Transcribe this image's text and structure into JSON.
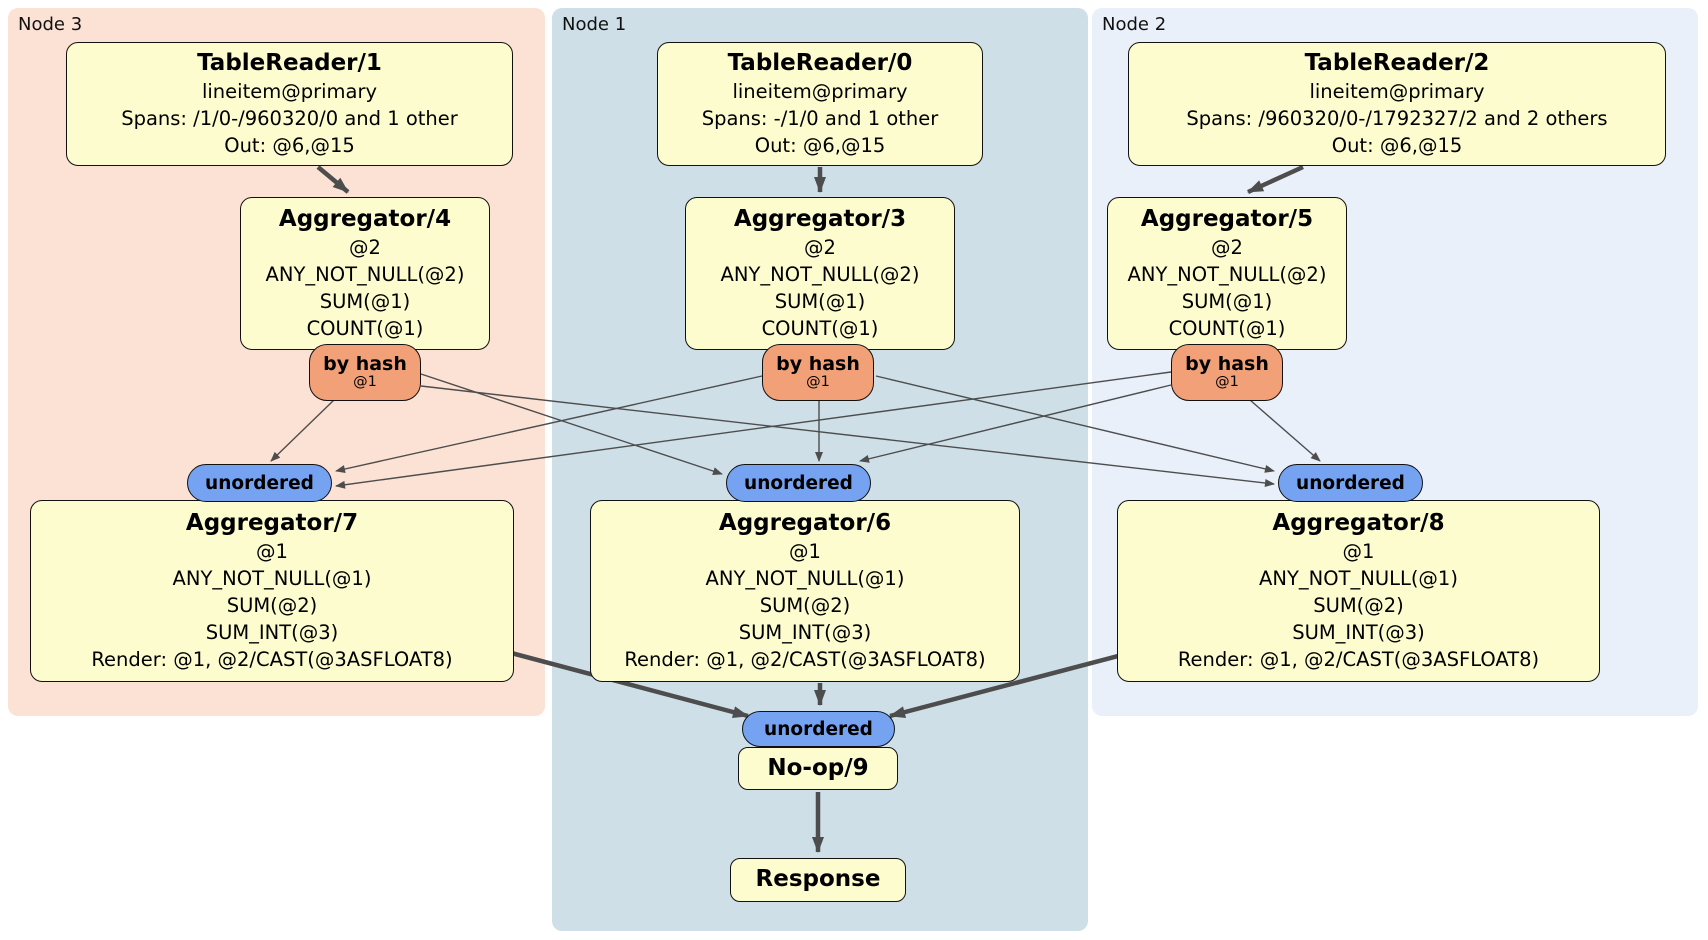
{
  "regions": [
    {
      "id": "node3",
      "label": "Node 3",
      "color": "#fce2d5"
    },
    {
      "id": "node1",
      "label": "Node 1",
      "color": "#cfdfe8"
    },
    {
      "id": "node2",
      "label": "Node 2",
      "color": "#eaf0f9"
    }
  ],
  "processors": {
    "tr1": {
      "title": "TableReader/1",
      "lines": [
        "lineitem@primary",
        "Spans: /1/0-/960320/0 and 1 other",
        "Out: @6,@15"
      ]
    },
    "tr0": {
      "title": "TableReader/0",
      "lines": [
        "lineitem@primary",
        "Spans: -/1/0 and 1 other",
        "Out: @6,@15"
      ]
    },
    "tr2": {
      "title": "TableReader/2",
      "lines": [
        "lineitem@primary",
        "Spans: /960320/0-/1792327/2 and 2 others",
        "Out: @6,@15"
      ]
    },
    "agg4": {
      "title": "Aggregator/4",
      "lines": [
        "@2",
        "ANY_NOT_NULL(@2)",
        "SUM(@1)",
        "COUNT(@1)"
      ]
    },
    "agg3": {
      "title": "Aggregator/3",
      "lines": [
        "@2",
        "ANY_NOT_NULL(@2)",
        "SUM(@1)",
        "COUNT(@1)"
      ]
    },
    "agg5": {
      "title": "Aggregator/5",
      "lines": [
        "@2",
        "ANY_NOT_NULL(@2)",
        "SUM(@1)",
        "COUNT(@1)"
      ]
    },
    "agg7": {
      "title": "Aggregator/7",
      "lines": [
        "@1",
        "ANY_NOT_NULL(@1)",
        "SUM(@2)",
        "SUM_INT(@3)",
        "Render: @1, @2/CAST(@3ASFLOAT8)"
      ]
    },
    "agg6": {
      "title": "Aggregator/6",
      "lines": [
        "@1",
        "ANY_NOT_NULL(@1)",
        "SUM(@2)",
        "SUM_INT(@3)",
        "Render: @1, @2/CAST(@3ASFLOAT8)"
      ]
    },
    "agg8": {
      "title": "Aggregator/8",
      "lines": [
        "@1",
        "ANY_NOT_NULL(@1)",
        "SUM(@2)",
        "SUM_INT(@3)",
        "Render: @1, @2/CAST(@3ASFLOAT8)"
      ]
    },
    "noop": {
      "title": "No-op/9"
    },
    "response": {
      "title": "Response"
    }
  },
  "routers": {
    "by_hash_label": "by hash",
    "by_hash_detail": "@1"
  },
  "streams": {
    "unordered_label": "unordered"
  },
  "colors": {
    "node3_bg": "#fce2d5",
    "node1_bg": "#cfdfe8",
    "node2_bg": "#eaf0f9",
    "processor_bg": "#fcfccf",
    "router_bg": "#f2a077",
    "sync_bg": "#75a3f2",
    "edge": "#4d4d4d"
  }
}
